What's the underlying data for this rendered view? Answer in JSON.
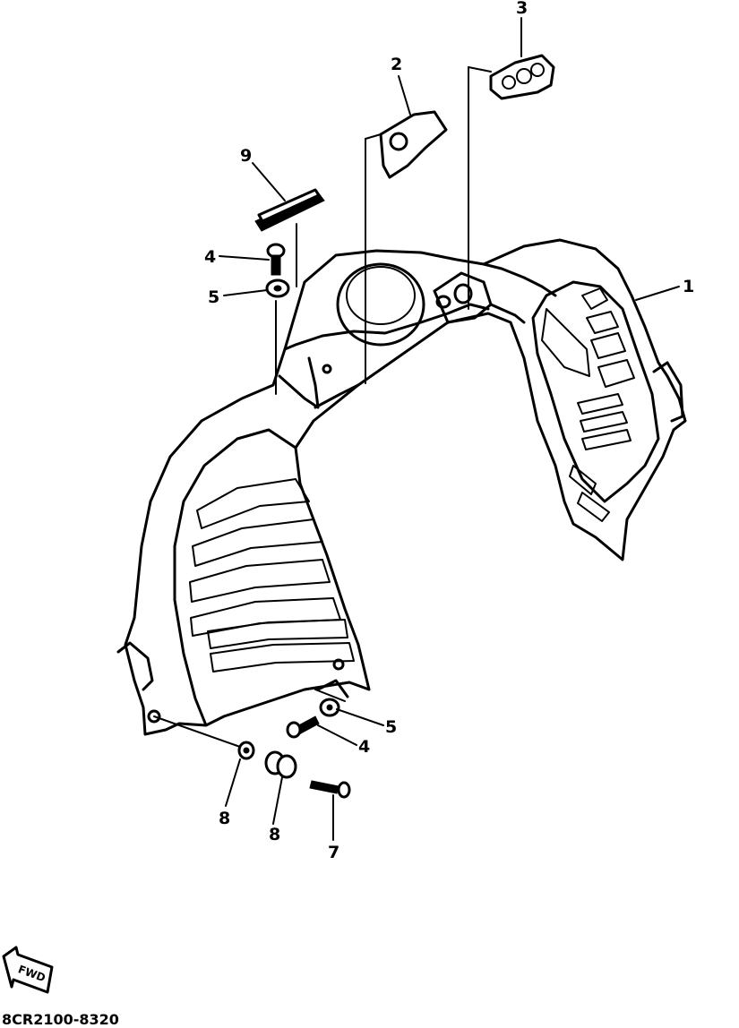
{
  "callouts": {
    "c1": "1",
    "c2": "2",
    "c3": "3",
    "c4_top": "4",
    "c5_top": "5",
    "c9": "9",
    "c5_bottom": "5",
    "c4_bottom": "4",
    "c8_left": "8",
    "c8_right": "8",
    "c7": "7"
  },
  "forward_badge": "FWD",
  "drawing_code": "8CR2100-8320"
}
